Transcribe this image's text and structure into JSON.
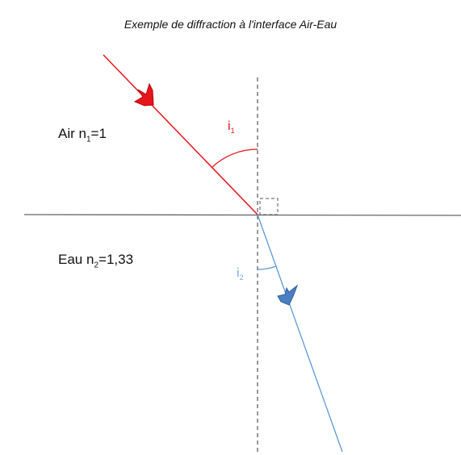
{
  "title": "Exemple de diffraction à l'interface Air-Eau",
  "media": {
    "air": {
      "name": "Air",
      "n_symbol": "n",
      "n_index": "1",
      "n_value": "=1"
    },
    "water": {
      "name": "Eau",
      "n_symbol": "n",
      "n_index": "2",
      "n_value": "=1,33"
    }
  },
  "angles": {
    "incidence": {
      "symbol": "i",
      "index": "1"
    },
    "refraction": {
      "symbol": "i",
      "index": "2"
    }
  },
  "colors": {
    "incident_ray": "#e8141c",
    "refracted_ray": "#5b9bd5",
    "interface": "#666666",
    "normal": "#555555",
    "right_angle_mark": "#555555"
  }
}
